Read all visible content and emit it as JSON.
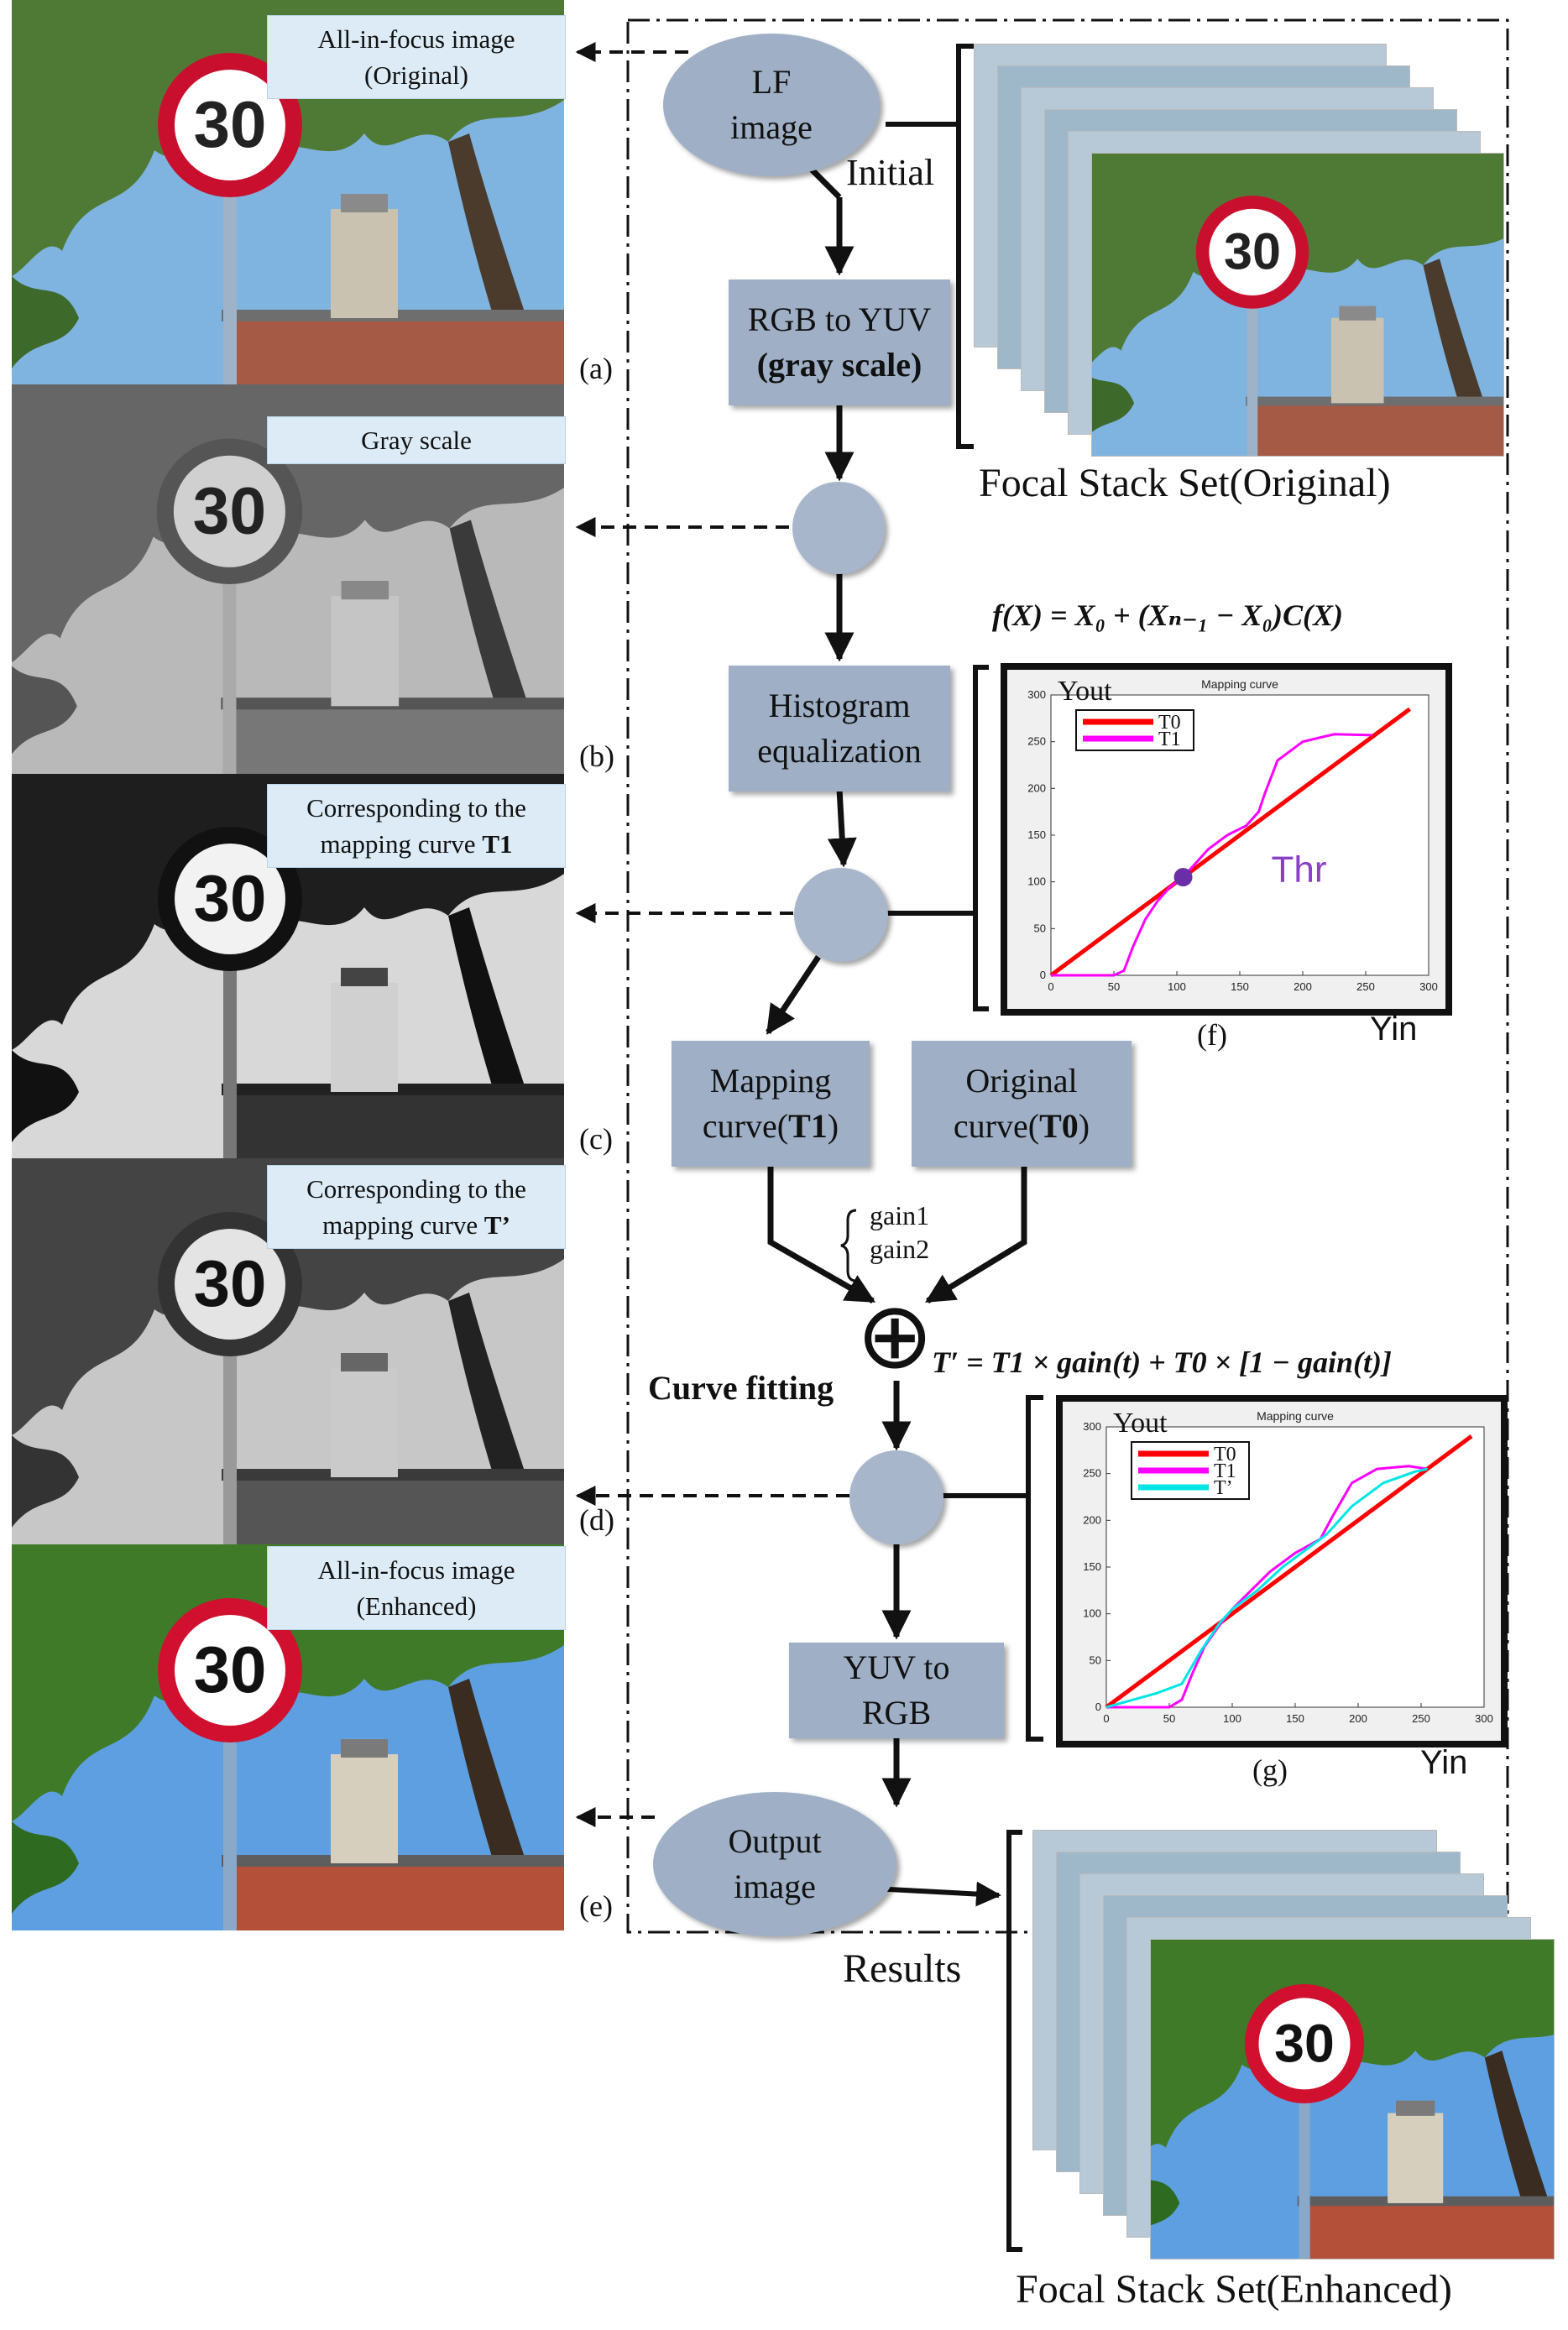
{
  "photos": {
    "a": {
      "caption_line1": "All-in-focus image",
      "caption_line2": "(Original)",
      "tag": "(a)"
    },
    "b": {
      "caption_line1": "Gray scale",
      "tag": "(b)"
    },
    "c": {
      "caption_line1": "Corresponding to the",
      "caption_line2": "mapping curve ",
      "caption_bold": "T1",
      "tag": "(c)"
    },
    "d": {
      "caption_line1": "Corresponding to the",
      "caption_line2": "mapping curve ",
      "caption_bold": "T’",
      "tag": "(d)"
    },
    "e": {
      "caption_line1": "All-in-focus image",
      "caption_line2": "(Enhanced)",
      "tag": "(e)"
    },
    "sign_number": "30"
  },
  "flow": {
    "lf_image": {
      "line1": "LF",
      "line2": "image"
    },
    "initial": "Initial",
    "rgb_to_yuv": {
      "line1": "RGB to YUV",
      "line2": "(gray scale)"
    },
    "histogram": {
      "line1": "Histogram",
      "line2": "equalization"
    },
    "mapping_curve": {
      "line1": "Mapping",
      "line2": "curve(",
      "bold": "T1",
      "end": ")"
    },
    "original_curve": {
      "line1": "Original",
      "line2": "curve(",
      "bold": "T0",
      "end": ")"
    },
    "gain1": "gain1",
    "gain2": "gain2",
    "oplus": "⊕",
    "curve_fitting": "Curve fitting",
    "yuv_to_rgb": {
      "line1": "YUV to",
      "line2": "RGB"
    },
    "output_image": {
      "line1": "Output",
      "line2": "image"
    },
    "results": "Results"
  },
  "equations": {
    "fx": "f(X) = X₀ + (Xₙ₋₁ − X₀)C(X)",
    "tprime": "T′ = T1 × gain(t) + T0 × [1 − gain(t)]"
  },
  "stacks": {
    "original_label": "Focal Stack Set(Original)",
    "enhanced_label": "Focal Stack Set(Enhanced)"
  },
  "chart_data": [
    {
      "type": "line",
      "title": "Mapping curve",
      "ylabel": "Yout",
      "xlabel": "Yin",
      "caption": "(f)",
      "annotation": "Thr",
      "annotation_point": [
        105,
        105
      ],
      "xlim": [
        0,
        300
      ],
      "ylim": [
        0,
        300
      ],
      "xticks": [
        0,
        50,
        100,
        150,
        200,
        250,
        300
      ],
      "yticks": [
        0,
        50,
        100,
        150,
        200,
        250,
        300
      ],
      "series": [
        {
          "name": "T0",
          "color": "#ff0000",
          "x": [
            0,
            285
          ],
          "y": [
            0,
            285
          ]
        },
        {
          "name": "T1",
          "color": "#ff00ff",
          "x": [
            0,
            50,
            58,
            65,
            75,
            85,
            95,
            105,
            115,
            125,
            140,
            155,
            165,
            170,
            180,
            200,
            225,
            255
          ],
          "y": [
            0,
            0,
            5,
            30,
            60,
            80,
            95,
            105,
            120,
            135,
            150,
            160,
            175,
            195,
            230,
            250,
            258,
            257
          ]
        }
      ]
    },
    {
      "type": "line",
      "title": "Mapping curve",
      "ylabel": "Yout",
      "xlabel": "Yin",
      "caption": "(g)",
      "xlim": [
        0,
        300
      ],
      "ylim": [
        0,
        300
      ],
      "xticks": [
        0,
        50,
        100,
        150,
        200,
        250,
        300
      ],
      "yticks": [
        0,
        50,
        100,
        150,
        200,
        250,
        300
      ],
      "series": [
        {
          "name": "T0",
          "color": "#ff0000",
          "x": [
            0,
            290
          ],
          "y": [
            0,
            290
          ]
        },
        {
          "name": "T1",
          "color": "#ff00ff",
          "x": [
            0,
            50,
            60,
            68,
            78,
            90,
            100,
            115,
            130,
            150,
            170,
            180,
            195,
            215,
            240,
            255
          ],
          "y": [
            0,
            0,
            8,
            35,
            65,
            88,
            105,
            125,
            145,
            165,
            180,
            205,
            240,
            255,
            258,
            255
          ]
        },
        {
          "name": "T’",
          "color": "#00e5e5",
          "x": [
            0,
            40,
            60,
            75,
            90,
            100,
            120,
            140,
            160,
            175,
            195,
            220,
            245,
            255
          ],
          "y": [
            0,
            15,
            25,
            60,
            90,
            105,
            125,
            150,
            170,
            185,
            215,
            240,
            252,
            255
          ]
        }
      ]
    }
  ]
}
